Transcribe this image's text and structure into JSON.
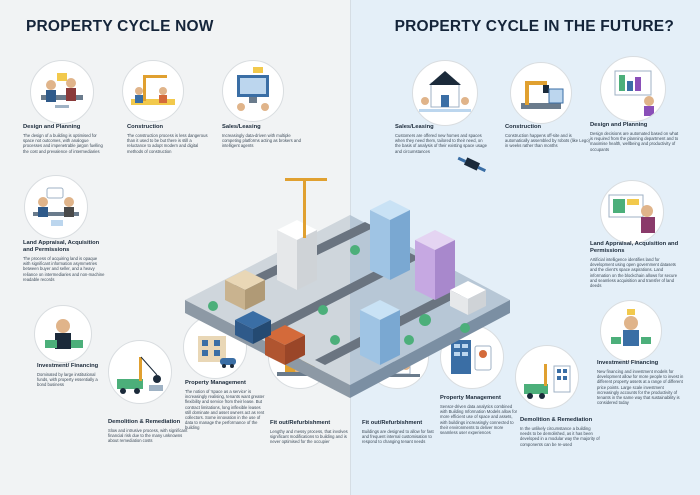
{
  "titles": {
    "now": "PROPERTY CYCLE NOW",
    "future": "PROPERTY CYCLE IN THE FUTURE?"
  },
  "now": [
    {
      "heading": "Design and Planning",
      "text": "The design of a building is optimised for space not outcomes, with analogue processes and impenetrable jargon fuelling the cost and prevalence of intermediaries"
    },
    {
      "heading": "Construction",
      "text": "The construction process is less dangerous than it used to be but there is still a reluctance to adopt modern and digital methods of construction"
    },
    {
      "heading": "Sales/Leasing",
      "text": "Increasingly data-driven with multiple competing platforms acting as brokers and intelligent agents"
    },
    {
      "heading": "Land Appraisal, Acquisition and Permissions",
      "text": "The process of acquiring land is opaque with significant information asymmetries between buyer and seller, and a heavy reliance on intermediaries and non-machine readable records"
    },
    {
      "heading": "Investment/ Financing",
      "text": "Dominated by large institutional funds, with property essentially a bond business"
    },
    {
      "heading": "Demolition & Remediation",
      "text": "Slow and intrusive process, with significant financial risk due to the many unknowns about remediation costs"
    },
    {
      "heading": "Property Management",
      "text": "The notion of 'space as a service' is increasingly realising, tenants want greater flexibility and service from their lease. But contract limitations, long inflexible leases still dominate and asset owners act as rent collectors. Some innovation in the use of data to manage the performance of the building"
    },
    {
      "heading": "Fit out/Refurbishment",
      "text": "Lengthy and messy process, that involves significant modifications to building and is never optimised for the occupier"
    }
  ],
  "future": [
    {
      "heading": "Sales/Leasing",
      "text": "Customers are offered new homes and spaces when they need them, tailored to their need, on the basis of analysis of their existing space usage and circumstances"
    },
    {
      "heading": "Construction",
      "text": "Construction happens off-site and is automatically assembled by robots (like Lego) in weeks rather than months"
    },
    {
      "heading": "Design and Planning",
      "text": "Design decisions are automated based on what is required from the planning department and to maximise health, wellbeing and productivity of occupants"
    },
    {
      "heading": "Land Appraisal, Acquisition and Permissions",
      "text": "Artificial intelligence identifies land for development using open government datasets and the client's space aspirations. Land information on the blockchain allows for secure and seamless acquisition and transfer of land deeds"
    },
    {
      "heading": "Investment/ Financing",
      "text": "New financing and investment models for development allow for more people to invest in different property assets at a range of different price points. Large scale investment increasingly accounts for the productivity of tenants in the same way that sustainability is considered today"
    },
    {
      "heading": "Demolition & Remediation",
      "text": "In the unlikely circumstance a building needs to be demolished, as it has been developed in a modular way the majority of components can be re-used"
    },
    {
      "heading": "Property Management",
      "text": "Sensor-driven data analytics combined with Building Information Models allow for more efficient use of space and assets, with buildings increasingly connected to their environments to deliver more seamless user experiences"
    },
    {
      "heading": "Fit out/Refurbishment",
      "text": "Buildings are designed to allow for fast and frequent internal customisation to respond to changing tenant needs"
    }
  ]
}
